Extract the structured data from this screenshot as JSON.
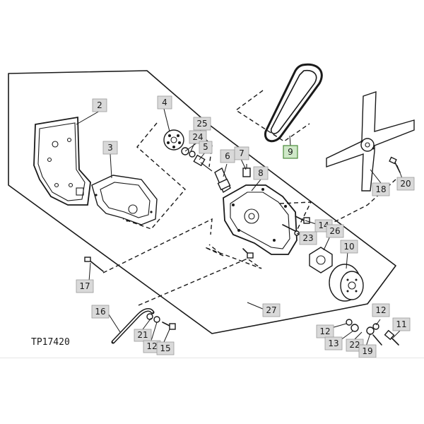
{
  "figure_id": "TP17420",
  "callouts": [
    {
      "id": "c2",
      "label": "2"
    },
    {
      "id": "c3",
      "label": "3"
    },
    {
      "id": "c4",
      "label": "4"
    },
    {
      "id": "c25",
      "label": "25"
    },
    {
      "id": "c24",
      "label": "24"
    },
    {
      "id": "c5",
      "label": "5"
    },
    {
      "id": "c6",
      "label": "6"
    },
    {
      "id": "c7",
      "label": "7"
    },
    {
      "id": "c8",
      "label": "8"
    },
    {
      "id": "c9",
      "label": "9",
      "highlighted": true
    },
    {
      "id": "c18",
      "label": "18"
    },
    {
      "id": "c20",
      "label": "20"
    },
    {
      "id": "c14",
      "label": "14"
    },
    {
      "id": "c23",
      "label": "23"
    },
    {
      "id": "c26",
      "label": "26"
    },
    {
      "id": "c10",
      "label": "10"
    },
    {
      "id": "c17",
      "label": "17"
    },
    {
      "id": "c16",
      "label": "16"
    },
    {
      "id": "c27",
      "label": "27"
    },
    {
      "id": "c21",
      "label": "21"
    },
    {
      "id": "c12a",
      "label": "12"
    },
    {
      "id": "c15",
      "label": "15"
    },
    {
      "id": "c12b",
      "label": "12"
    },
    {
      "id": "c12c",
      "label": "12"
    },
    {
      "id": "c11",
      "label": "11"
    },
    {
      "id": "c13",
      "label": "13"
    },
    {
      "id": "c22",
      "label": "22"
    },
    {
      "id": "c19",
      "label": "19"
    }
  ],
  "colors": {
    "line": "#1a1a1a",
    "callout_bg": "#d9d9d9",
    "callout_highlight": "#cfe8c8"
  }
}
